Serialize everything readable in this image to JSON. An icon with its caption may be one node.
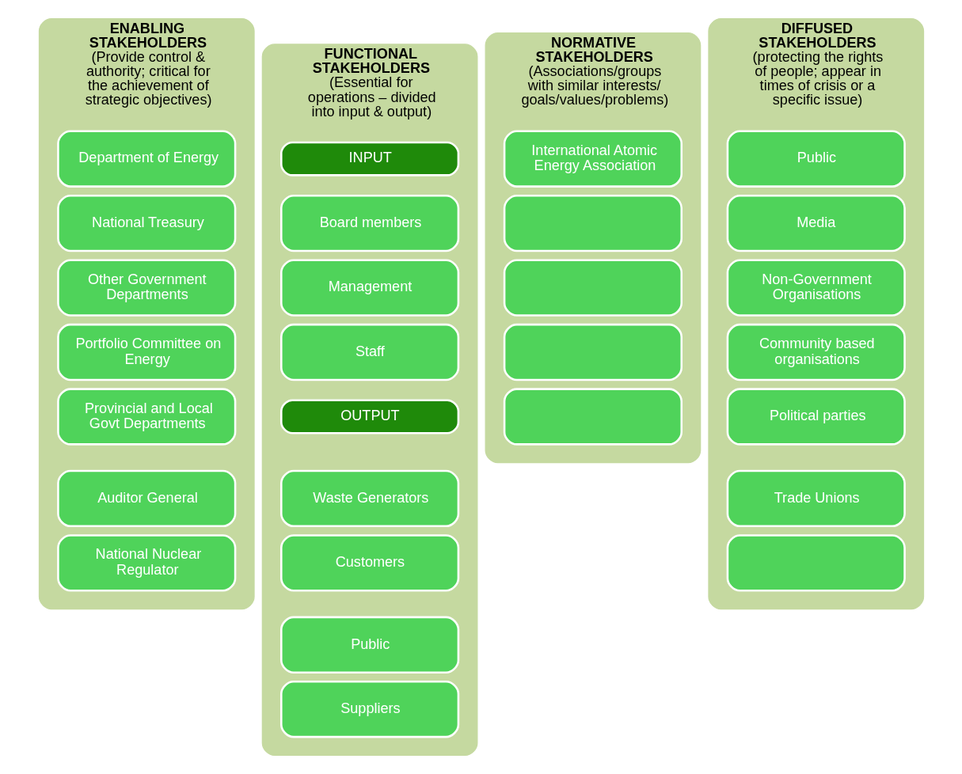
{
  "diagram": {
    "nodes": [
      {
        "text": [
          "ENABLING STAKEHOLDERS",
          "(Provide control & authority; critical for the achievement of strategic objectives)"
        ]
      },
      {
        "text": [
          "Department of Energy"
        ],
        "in": 0
      },
      {
        "text": [
          "National Treasury"
        ],
        "in": 0
      },
      {
        "text": [
          "Other Government Departments"
        ],
        "in": 0
      },
      {
        "text": [
          "Portfolio Committee on Energy"
        ],
        "in": 0
      },
      {
        "text": [
          "Provincial and Local  Govt Departments"
        ],
        "in": 0
      },
      {
        "text": [
          "Auditor General"
        ],
        "in": 0
      },
      {
        "text": [
          "National Nuclear Regulator"
        ],
        "in": 0
      },
      {
        "text": [
          "FUNCTIONAL STAKEHOLDERS",
          "(Essential for operations – divided into input & output)"
        ]
      },
      {
        "text": [
          "INPUT"
        ],
        "in": 8
      },
      {
        "text": [
          "Board members"
        ],
        "in": 8
      },
      {
        "text": [
          "Management"
        ],
        "in": 8
      },
      {
        "text": [
          "Staff"
        ],
        "in": 8
      },
      {
        "text": [
          "OUTPUT"
        ],
        "in": 8
      },
      {
        "text": [
          "Waste Generators"
        ],
        "in": 8
      },
      {
        "text": [
          "Customers"
        ],
        "in": 8
      },
      {
        "text": [
          "Public"
        ],
        "in": 8
      },
      {
        "text": [
          "Suppliers"
        ],
        "in": 8
      },
      {
        "text": [
          "NORMATIVE STAKEHOLDERS",
          "(Associations/groups with similar interests/ goals/values/problems)"
        ]
      },
      {
        "text": [
          "International Atomic Energy Association"
        ],
        "in": 18
      },
      {
        "text": [],
        "shape": "box",
        "in": 18
      },
      {
        "text": [],
        "shape": "box",
        "in": 18
      },
      {
        "text": [],
        "shape": "box",
        "in": 18
      },
      {
        "text": [],
        "shape": "box",
        "in": 18
      },
      {
        "text": [
          "DIFFUSED STAKEHOLDERS",
          "(protecting the rights of people; appear in times of crisis or a specific issue)"
        ]
      },
      {
        "text": [
          "Public"
        ],
        "in": 24
      },
      {
        "text": [
          "Media"
        ],
        "in": 24
      },
      {
        "text": [
          "Non-Government Organisations"
        ],
        "in": 24
      },
      {
        "text": [
          "Community based organisations"
        ],
        "in": 24
      },
      {
        "text": [
          "Political parties"
        ],
        "in": 24
      },
      {
        "text": [
          "Trade Unions"
        ],
        "in": 24
      },
      {
        "text": [],
        "shape": "box",
        "in": 24
      }
    ],
    "edges": []
  }
}
